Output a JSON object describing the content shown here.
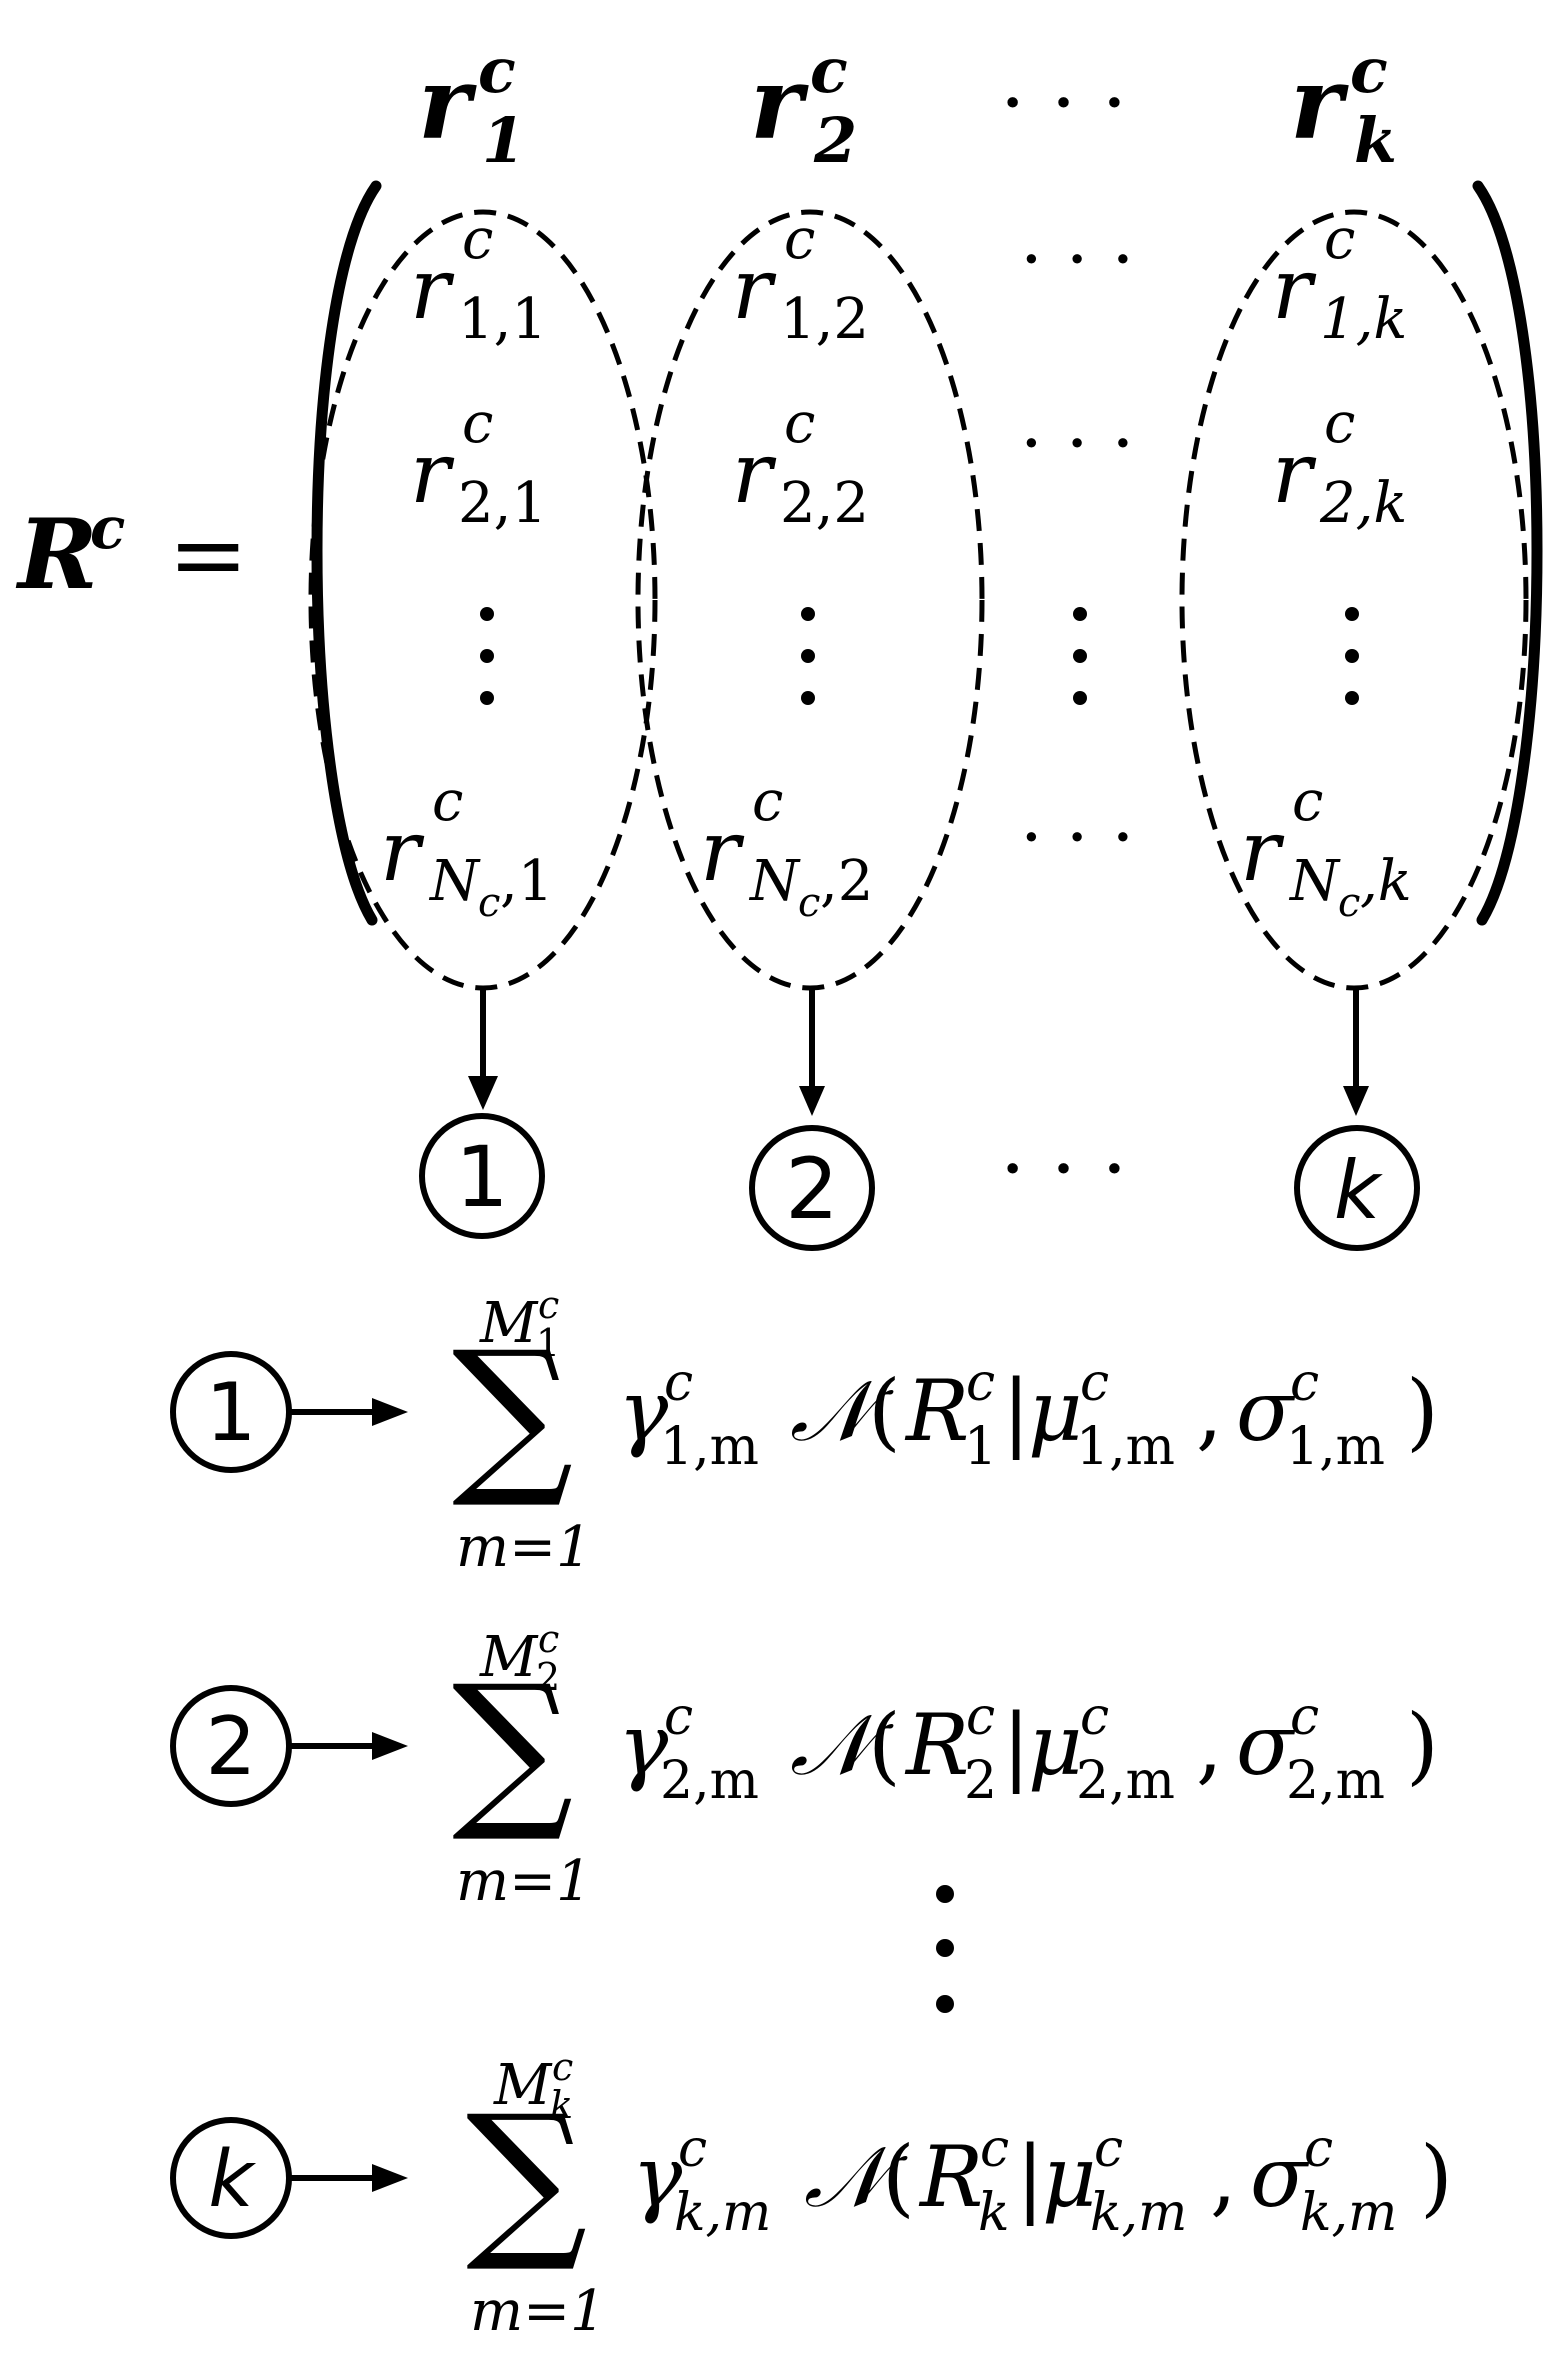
{
  "matrix": {
    "lhs_symbol": "R",
    "lhs_sup": "c",
    "equals": "=",
    "columns": [
      {
        "header_base": "r",
        "header_sub": "1",
        "header_sup": "c",
        "circle_label": "1",
        "circle_italic": false,
        "entries": [
          {
            "base": "r",
            "sup": "c",
            "sub": "1,1"
          },
          {
            "base": "r",
            "sup": "c",
            "sub": "2,1"
          },
          {
            "vdots": true
          },
          {
            "base": "r",
            "sup": "c",
            "sub": "N",
            "subsub": "c",
            "subtail": ",1"
          }
        ]
      },
      {
        "header_base": "r",
        "header_sub": "2",
        "header_sup": "c",
        "circle_label": "2",
        "circle_italic": false,
        "entries": [
          {
            "base": "r",
            "sup": "c",
            "sub": "1,2"
          },
          {
            "base": "r",
            "sup": "c",
            "sub": "2,2"
          },
          {
            "vdots": true
          },
          {
            "base": "r",
            "sup": "c",
            "sub": "N",
            "subsub": "c",
            "subtail": ",2"
          }
        ]
      },
      {
        "header_base": "r",
        "header_sub": "k",
        "header_sup": "c",
        "circle_label": "k",
        "circle_italic": true,
        "entries": [
          {
            "base": "r",
            "sup": "c",
            "sub": "1,k"
          },
          {
            "base": "r",
            "sup": "c",
            "sub": "2,k"
          },
          {
            "vdots": true
          },
          {
            "base": "r",
            "sup": "c",
            "sub": "N",
            "subsub": "c",
            "subtail": ",k"
          }
        ]
      }
    ],
    "ellipsis": "· · ·",
    "row_ellipsis": "· · ·"
  },
  "formulas": [
    {
      "circle_label": "1",
      "circle_italic": false,
      "sum_upper": "M",
      "sum_upper_sub": "1",
      "sum_upper_sup": "c",
      "sum_lower": "m=1",
      "gamma_sub": "1,m",
      "R_sub": "1",
      "mu_sub": "1,m",
      "sigma_sub": "1,m"
    },
    {
      "circle_label": "2",
      "circle_italic": false,
      "sum_upper": "M",
      "sum_upper_sub": "2",
      "sum_upper_sup": "c",
      "sum_lower": "m=1",
      "gamma_sub": "2,m",
      "R_sub": "2",
      "mu_sub": "2,m",
      "sigma_sub": "2,m"
    },
    {
      "circle_label": "k",
      "circle_italic": true,
      "sum_upper": "M",
      "sum_upper_sub": "k",
      "sum_upper_sup": "c",
      "sum_lower": "m=1",
      "gamma_sub": "k,m",
      "R_sub": "k",
      "mu_sub": "k,m",
      "sigma_sub": "k,m"
    }
  ],
  "formula_symbols": {
    "sum": "∑",
    "gamma": "γ",
    "normal": "𝒩",
    "R": "R",
    "mu": "μ",
    "sigma": "σ",
    "sup": "c",
    "open": "(",
    "bar": "|",
    "comma": ",",
    "close": ")"
  },
  "formula_vdots": "⋮"
}
